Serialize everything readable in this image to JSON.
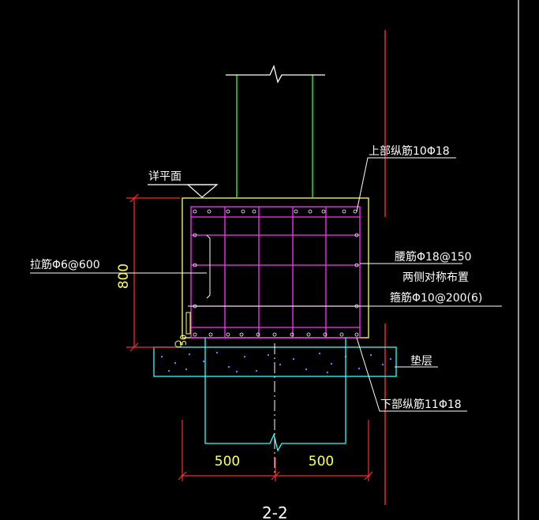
{
  "labels": {
    "top_rebar": "上部纵筋10Φ18",
    "elevation_note": "详平面",
    "tie_bar": "拉筋Φ6@600",
    "waist_rebar": "腰筋Φ18@150",
    "waist_rebar_note": "两侧对称布置",
    "stirrup": "箍筋Φ10@200(6)",
    "cushion": "垫层",
    "bottom_rebar": "下部纵筋11Φ18",
    "section_mark": "2-2"
  },
  "dimensions": {
    "height": "800",
    "cover": "50",
    "left_width": "500",
    "right_width": "500"
  },
  "colors": {
    "background": "#000000",
    "red_line": "#ff2a2a",
    "green_line": "#33ff33",
    "yellow_outline": "#ffff66",
    "magenta_rebar": "#ff33ff",
    "cyan_outline": "#33ffff",
    "concrete_dots": "#3399ff",
    "text": "#ffffff"
  }
}
